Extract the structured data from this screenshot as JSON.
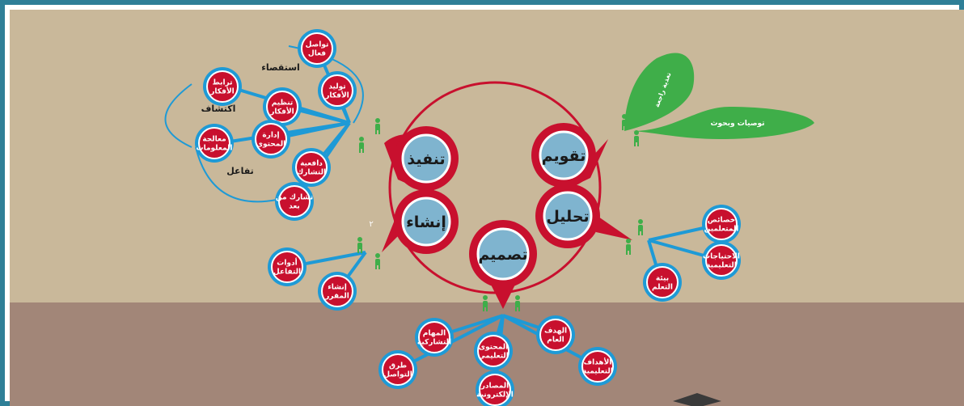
{
  "colors": {
    "sky": "#c9b89a",
    "ground": "#a28678",
    "frame": "#2f7f97",
    "red": "#c8102e",
    "blue": "#1e9ad6",
    "center": "#7fb4cf",
    "green": "#3fae49"
  },
  "phases": {
    "implementation": "تنفيذ",
    "evaluation": "تقويم",
    "development": "إنشاء",
    "analysis": "تحليل",
    "design": "تصميم"
  },
  "implementation_nodes": {
    "effective_communication": "تواصل فعال",
    "idea_generation": "توليد الأفكار",
    "idea_linking": "ترابط الأفكار",
    "idea_organization": "تنظيم الأفكار",
    "content_management": "إدارة المحتوى",
    "information_processing": "معالجة المعلومات",
    "participation_drive": "دافعية التشارك",
    "remote_participation": "تشارك من بعد"
  },
  "implementation_edges": {
    "inquiry": "استقصاء",
    "discovery": "اكتشاف",
    "interaction": "تفاعل"
  },
  "evaluation_nodes": {
    "feedback": "تغذية راجعة",
    "recommendations": "توصيات وبحوث"
  },
  "development_nodes": {
    "interaction_tools": "أدوات التفاعل",
    "learner_creation": "إنشاء المقرر",
    "number_mark": "٢"
  },
  "analysis_nodes": {
    "learner_characteristics": "خصائص المتعلمين",
    "educational_needs": "الاحتياجات التعليمية",
    "learning_environment": "بيئة التعلم"
  },
  "design_nodes": {
    "collaborative_tasks": "المهام التشاركية",
    "general_goal": "الهدف العام",
    "educational_content": "المحتوى التعليمي",
    "communication_methods": "طرق التواصل",
    "educational_objectives": "الأهداف التعليمية",
    "electronic_sources": "المصادر الإلكترونية"
  }
}
